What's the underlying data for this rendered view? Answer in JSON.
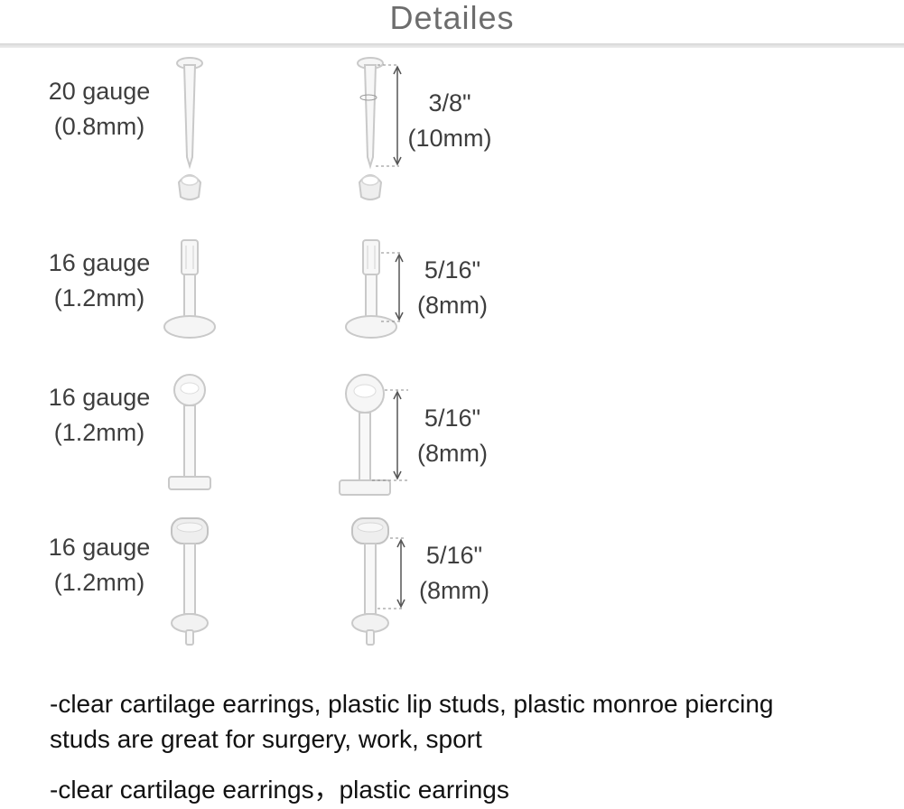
{
  "header": {
    "title": "Detailes"
  },
  "rows": [
    {
      "gauge": "20 gauge",
      "mm": "(0.8mm)",
      "length_in": "3/8\"",
      "length_mm": "(10mm)"
    },
    {
      "gauge": "16 gauge",
      "mm": "(1.2mm)",
      "length_in": "5/16\"",
      "length_mm": "(8mm)"
    },
    {
      "gauge": "16 gauge",
      "mm": "(1.2mm)",
      "length_in": "5/16\"",
      "length_mm": "(8mm)"
    },
    {
      "gauge": "16 gauge",
      "mm": "(1.2mm)",
      "length_in": "5/16\"",
      "length_mm": "(8mm)"
    }
  ],
  "notes": {
    "line1": "-clear cartilage earrings, plastic lip studs, plastic monroe piercing",
    "line2": "studs are great for surgery, work, sport",
    "line3": "-clear cartilage earrings，plastic  earrings"
  },
  "colors": {
    "stud_stroke": "#c9c9c9",
    "stud_fill": "#f4f4f4",
    "arrow": "#555555",
    "dash": "#888888"
  }
}
